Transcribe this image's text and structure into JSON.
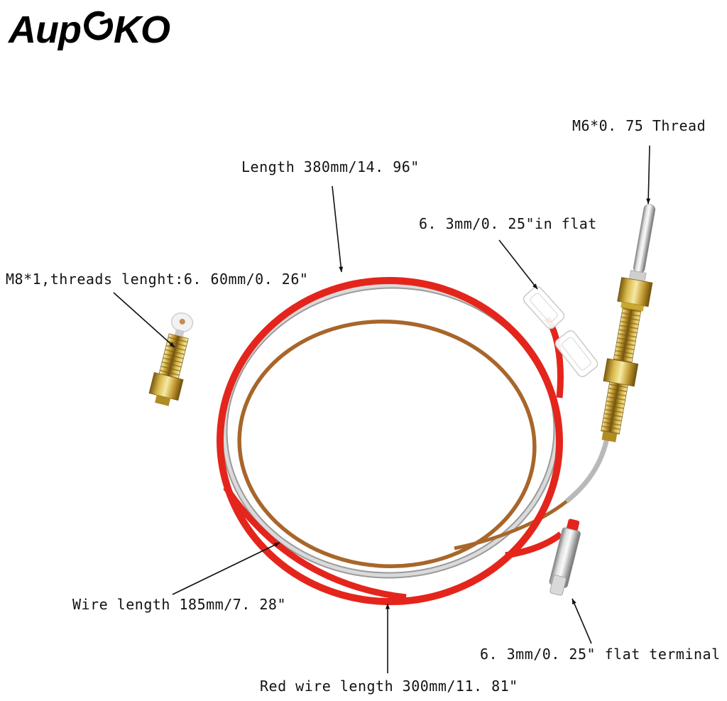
{
  "brand": {
    "logo_part1": "Aup",
    "logo_ring_letter": "o",
    "logo_part2": "KO"
  },
  "annotations": [
    {
      "id": "length",
      "text": "Length 380mm/14. 96\""
    },
    {
      "id": "m6-thread",
      "text": "M6*0. 75 Thread"
    },
    {
      "id": "in-flat",
      "text": "6. 3mm/0. 25\"in flat"
    },
    {
      "id": "m8-threads",
      "text": "M8*1,threads lenght:6. 60mm/0. 26\""
    },
    {
      "id": "wire-length",
      "text": "Wire length 185mm/7. 28\""
    },
    {
      "id": "red-wire-length",
      "text": "Red wire length 300mm/11. 81\""
    },
    {
      "id": "flat-terminal",
      "text": "6. 3mm/0. 25\" flat terminal"
    }
  ],
  "colors": {
    "red_wire": "#e4251c",
    "silver_wire": "#c9c9c9",
    "copper_wire": "#a8662a",
    "brass": "#c9a227",
    "arrow": "#111111",
    "background": "#ffffff"
  }
}
